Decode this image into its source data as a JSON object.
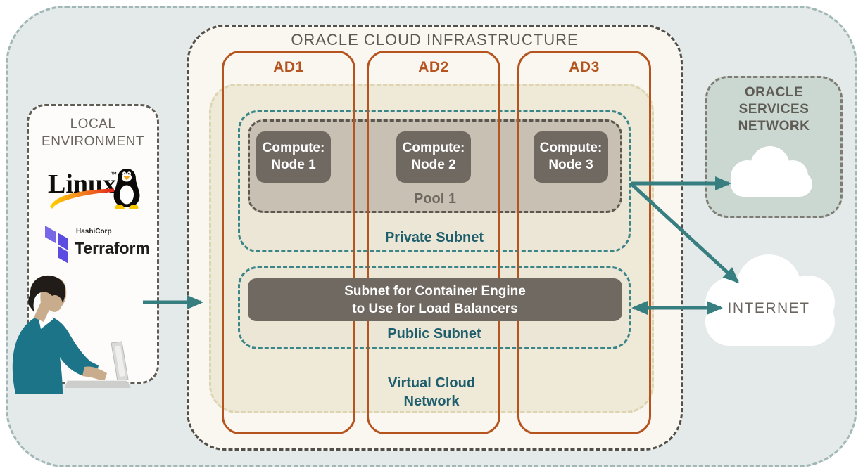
{
  "colors": {
    "outer-fill": "#e3eae9",
    "outer-border": "#a0b7b5",
    "oci-fill": "#faf7f1",
    "oci-border": "#52504a",
    "local-fill": "#fdfcfa",
    "local-border": "#5f5c56",
    "vcn-fill": "#efe9d8",
    "vcn-border": "#ddd4b2",
    "subnet-fill": "#ebe6d5",
    "subnet-border": "#3a8588",
    "pool-fill": "#c8c1b3",
    "pool-border": "#5b564e",
    "node-fill": "#6f6961",
    "ad-accent": "#b5541f",
    "gray-text": "#5d5a55",
    "teal-text": "#1f5f6d",
    "pool-text": "#6f6860",
    "osn-fill": "#cbd7d1",
    "osn-border": "#7e7b74",
    "arrow": "#377e80"
  },
  "local_environment": {
    "title_line1": "LOCAL",
    "title_line2": "ENVIRONMENT",
    "linux_logo": {
      "text": "Linux",
      "tm": "™"
    },
    "terraform_logo": {
      "company": "HashiCorp",
      "product": "Terraform"
    }
  },
  "oci": {
    "title": "ORACLE CLOUD INFRASTRUCTURE",
    "availability_domains": [
      {
        "label": "AD1"
      },
      {
        "label": "AD2"
      },
      {
        "label": "AD3"
      }
    ],
    "vcn": {
      "label_line1": "Virtual Cloud",
      "label_line2": "Network",
      "private_subnet": {
        "label": "Private Subnet",
        "pool": {
          "label": "Pool 1",
          "nodes": [
            {
              "line1": "Compute:",
              "line2": "Node 1"
            },
            {
              "line1": "Compute:",
              "line2": "Node 2"
            },
            {
              "line1": "Compute:",
              "line2": "Node 3"
            }
          ]
        }
      },
      "public_subnet": {
        "label": "Public Subnet",
        "lb_bar_line1": "Subnet for Container Engine",
        "lb_bar_line2": "to Use for Load Balancers"
      }
    }
  },
  "oracle_services_network": {
    "title_line1": "ORACLE",
    "title_line2": "SERVICES",
    "title_line3": "NETWORK"
  },
  "internet": {
    "label": "INTERNET"
  }
}
